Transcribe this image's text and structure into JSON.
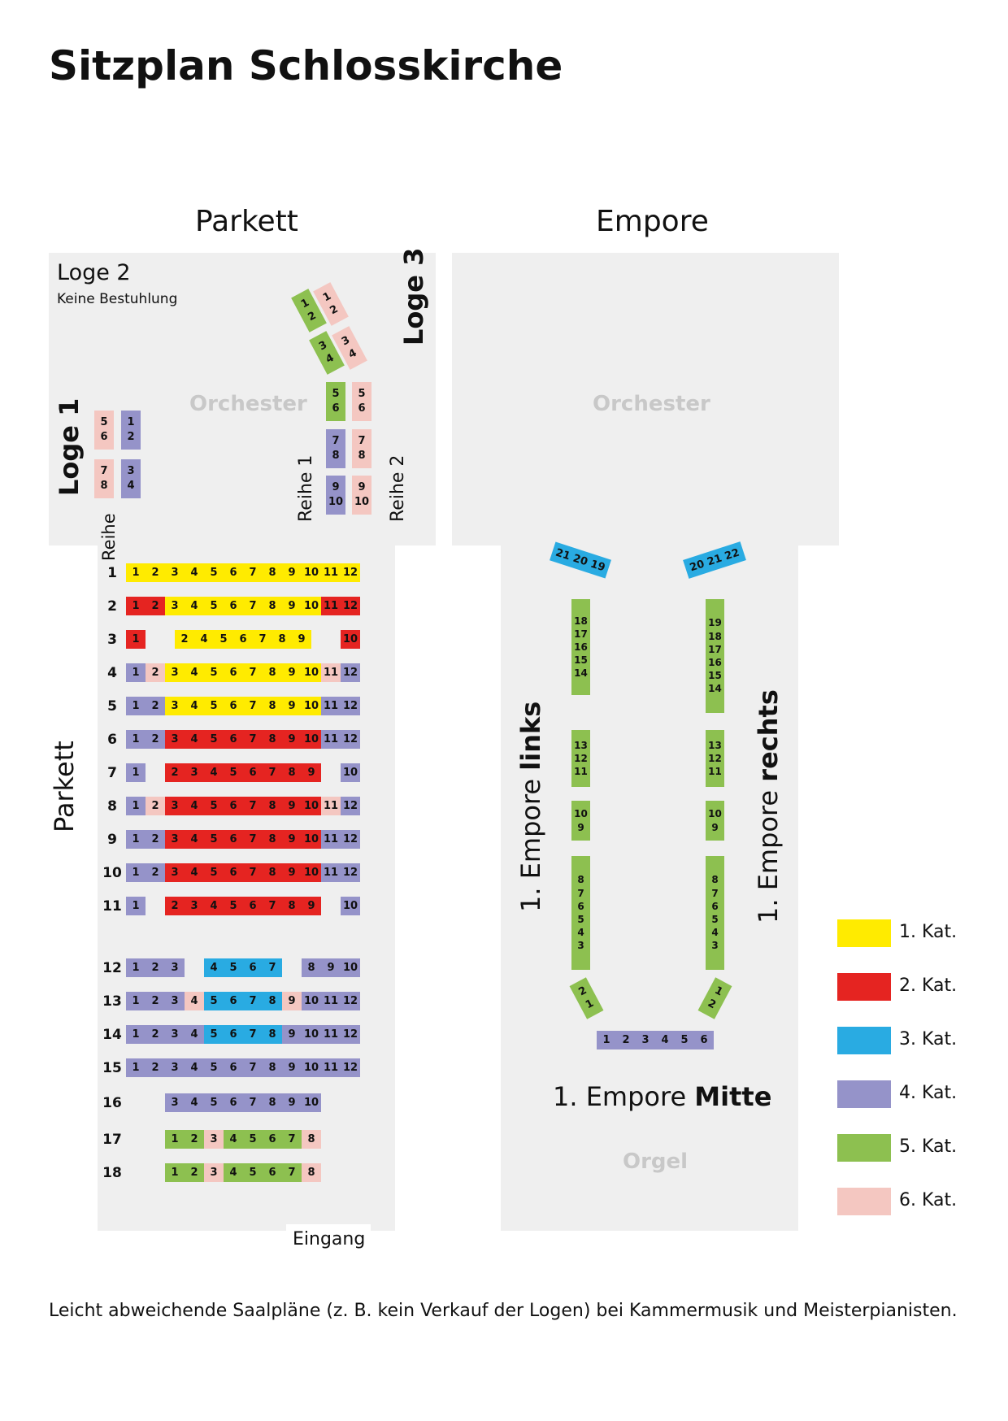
{
  "title": "Sitzplan Schlosskirche",
  "sections": {
    "parkett": "Parkett",
    "empore": "Empore"
  },
  "labels": {
    "loge2": "Loge 2",
    "loge2_note": "Keine Bestuhlung",
    "loge1": "Loge 1",
    "loge3": "Loge 3",
    "orchester": "Orchester",
    "reihe1": "Reihe 1",
    "reihe2": "Reihe 2",
    "reihe": "Reihe",
    "parkett_side": "Parkett",
    "eingang": "Eingang",
    "empore_links_a": "1. Empore ",
    "empore_links_b": "links",
    "empore_rechts_a": "1. Empore ",
    "empore_rechts_b": "rechts",
    "empore_mitte_a": "1. Empore ",
    "empore_mitte_b": "Mitte",
    "orgel": "Orgel"
  },
  "colors": {
    "k1": "#ffeb00",
    "k2": "#e52421",
    "k3": "#29abe2",
    "k4": "#9593c9",
    "k5": "#8dc050",
    "k6": "#f4c7c1"
  },
  "legend": [
    {
      "label": "1. Kat.",
      "cat": "k1"
    },
    {
      "label": "2. Kat.",
      "cat": "k2"
    },
    {
      "label": "3. Kat.",
      "cat": "k3"
    },
    {
      "label": "4. Kat.",
      "cat": "k4"
    },
    {
      "label": "5. Kat.",
      "cat": "k5"
    },
    {
      "label": "6. Kat.",
      "cat": "k6"
    }
  ],
  "parkett_rows": [
    {
      "row": "1",
      "seats": [
        [
          0,
          "1",
          "k1"
        ],
        [
          1,
          "2",
          "k1"
        ],
        [
          2,
          "3",
          "k1"
        ],
        [
          3,
          "4",
          "k1"
        ],
        [
          4,
          "5",
          "k1"
        ],
        [
          5,
          "6",
          "k1"
        ],
        [
          6,
          "7",
          "k1"
        ],
        [
          7,
          "8",
          "k1"
        ],
        [
          8,
          "9",
          "k1"
        ],
        [
          9,
          "10",
          "k1"
        ],
        [
          10,
          "11",
          "k1"
        ],
        [
          11,
          "12",
          "k1"
        ]
      ]
    },
    {
      "row": "2",
      "seats": [
        [
          0,
          "1",
          "k2"
        ],
        [
          1,
          "2",
          "k2"
        ],
        [
          2,
          "3",
          "k1"
        ],
        [
          3,
          "4",
          "k1"
        ],
        [
          4,
          "5",
          "k1"
        ],
        [
          5,
          "6",
          "k1"
        ],
        [
          6,
          "7",
          "k1"
        ],
        [
          7,
          "8",
          "k1"
        ],
        [
          8,
          "9",
          "k1"
        ],
        [
          9,
          "10",
          "k1"
        ],
        [
          10,
          "11",
          "k2"
        ],
        [
          11,
          "12",
          "k2"
        ]
      ]
    },
    {
      "row": "3",
      "seats": [
        [
          0,
          "1",
          "k2"
        ],
        [
          2.5,
          "2",
          "k1"
        ],
        [
          3.5,
          "4",
          "k1"
        ],
        [
          4.5,
          "5",
          "k1"
        ],
        [
          5.5,
          "6",
          "k1"
        ],
        [
          6.5,
          "7",
          "k1"
        ],
        [
          7.5,
          "8",
          "k1"
        ],
        [
          8.5,
          "9",
          "k1"
        ],
        [
          11,
          "10",
          "k2"
        ]
      ]
    },
    {
      "row": "4",
      "seats": [
        [
          0,
          "1",
          "k4"
        ],
        [
          1,
          "2",
          "k6"
        ],
        [
          2,
          "3",
          "k1"
        ],
        [
          3,
          "4",
          "k1"
        ],
        [
          4,
          "5",
          "k1"
        ],
        [
          5,
          "6",
          "k1"
        ],
        [
          6,
          "7",
          "k1"
        ],
        [
          7,
          "8",
          "k1"
        ],
        [
          8,
          "9",
          "k1"
        ],
        [
          9,
          "10",
          "k1"
        ],
        [
          10,
          "11",
          "k6"
        ],
        [
          11,
          "12",
          "k4"
        ]
      ]
    },
    {
      "row": "5",
      "seats": [
        [
          0,
          "1",
          "k4"
        ],
        [
          1,
          "2",
          "k4"
        ],
        [
          2,
          "3",
          "k1"
        ],
        [
          3,
          "4",
          "k1"
        ],
        [
          4,
          "5",
          "k1"
        ],
        [
          5,
          "6",
          "k1"
        ],
        [
          6,
          "7",
          "k1"
        ],
        [
          7,
          "8",
          "k1"
        ],
        [
          8,
          "9",
          "k1"
        ],
        [
          9,
          "10",
          "k1"
        ],
        [
          10,
          "11",
          "k4"
        ],
        [
          11,
          "12",
          "k4"
        ]
      ]
    },
    {
      "row": "6",
      "seats": [
        [
          0,
          "1",
          "k4"
        ],
        [
          1,
          "2",
          "k4"
        ],
        [
          2,
          "3",
          "k2"
        ],
        [
          3,
          "4",
          "k2"
        ],
        [
          4,
          "5",
          "k2"
        ],
        [
          5,
          "6",
          "k2"
        ],
        [
          6,
          "7",
          "k2"
        ],
        [
          7,
          "8",
          "k2"
        ],
        [
          8,
          "9",
          "k2"
        ],
        [
          9,
          "10",
          "k2"
        ],
        [
          10,
          "11",
          "k4"
        ],
        [
          11,
          "12",
          "k4"
        ]
      ]
    },
    {
      "row": "7",
      "seats": [
        [
          0,
          "1",
          "k4"
        ],
        [
          2,
          "2",
          "k2"
        ],
        [
          3,
          "3",
          "k2"
        ],
        [
          4,
          "4",
          "k2"
        ],
        [
          5,
          "5",
          "k2"
        ],
        [
          6,
          "6",
          "k2"
        ],
        [
          7,
          "7",
          "k2"
        ],
        [
          8,
          "8",
          "k2"
        ],
        [
          9,
          "9",
          "k2"
        ],
        [
          11,
          "10",
          "k4"
        ]
      ]
    },
    {
      "row": "8",
      "seats": [
        [
          0,
          "1",
          "k4"
        ],
        [
          1,
          "2",
          "k6"
        ],
        [
          2,
          "3",
          "k2"
        ],
        [
          3,
          "4",
          "k2"
        ],
        [
          4,
          "5",
          "k2"
        ],
        [
          5,
          "6",
          "k2"
        ],
        [
          6,
          "7",
          "k2"
        ],
        [
          7,
          "8",
          "k2"
        ],
        [
          8,
          "9",
          "k2"
        ],
        [
          9,
          "10",
          "k2"
        ],
        [
          10,
          "11",
          "k6"
        ],
        [
          11,
          "12",
          "k4"
        ]
      ]
    },
    {
      "row": "9",
      "seats": [
        [
          0,
          "1",
          "k4"
        ],
        [
          1,
          "2",
          "k4"
        ],
        [
          2,
          "3",
          "k2"
        ],
        [
          3,
          "4",
          "k2"
        ],
        [
          4,
          "5",
          "k2"
        ],
        [
          5,
          "6",
          "k2"
        ],
        [
          6,
          "7",
          "k2"
        ],
        [
          7,
          "8",
          "k2"
        ],
        [
          8,
          "9",
          "k2"
        ],
        [
          9,
          "10",
          "k2"
        ],
        [
          10,
          "11",
          "k4"
        ],
        [
          11,
          "12",
          "k4"
        ]
      ]
    },
    {
      "row": "10",
      "seats": [
        [
          0,
          "1",
          "k4"
        ],
        [
          1,
          "2",
          "k4"
        ],
        [
          2,
          "3",
          "k2"
        ],
        [
          3,
          "4",
          "k2"
        ],
        [
          4,
          "5",
          "k2"
        ],
        [
          5,
          "6",
          "k2"
        ],
        [
          6,
          "7",
          "k2"
        ],
        [
          7,
          "8",
          "k2"
        ],
        [
          8,
          "9",
          "k2"
        ],
        [
          9,
          "10",
          "k2"
        ],
        [
          10,
          "11",
          "k4"
        ],
        [
          11,
          "12",
          "k4"
        ]
      ]
    },
    {
      "row": "11",
      "seats": [
        [
          0,
          "1",
          "k4"
        ],
        [
          2,
          "2",
          "k2"
        ],
        [
          3,
          "3",
          "k2"
        ],
        [
          4,
          "4",
          "k2"
        ],
        [
          5,
          "5",
          "k2"
        ],
        [
          6,
          "6",
          "k2"
        ],
        [
          7,
          "7",
          "k2"
        ],
        [
          8,
          "8",
          "k2"
        ],
        [
          9,
          "9",
          "k2"
        ],
        [
          11,
          "10",
          "k4"
        ]
      ]
    },
    {
      "row": "12",
      "seats": [
        [
          0,
          "1",
          "k4"
        ],
        [
          1,
          "2",
          "k4"
        ],
        [
          2,
          "3",
          "k4"
        ],
        [
          4,
          "4",
          "k3"
        ],
        [
          5,
          "5",
          "k3"
        ],
        [
          6,
          "6",
          "k3"
        ],
        [
          7,
          "7",
          "k3"
        ],
        [
          9,
          "8",
          "k4"
        ],
        [
          10,
          "9",
          "k4"
        ],
        [
          11,
          "10",
          "k4"
        ]
      ]
    },
    {
      "row": "13",
      "seats": [
        [
          0,
          "1",
          "k4"
        ],
        [
          1,
          "2",
          "k4"
        ],
        [
          2,
          "3",
          "k4"
        ],
        [
          3,
          "4",
          "k6"
        ],
        [
          4,
          "5",
          "k3"
        ],
        [
          5,
          "6",
          "k3"
        ],
        [
          6,
          "7",
          "k3"
        ],
        [
          7,
          "8",
          "k3"
        ],
        [
          8,
          "9",
          "k6"
        ],
        [
          9,
          "10",
          "k4"
        ],
        [
          10,
          "11",
          "k4"
        ],
        [
          11,
          "12",
          "k4"
        ]
      ]
    },
    {
      "row": "14",
      "seats": [
        [
          0,
          "1",
          "k4"
        ],
        [
          1,
          "2",
          "k4"
        ],
        [
          2,
          "3",
          "k4"
        ],
        [
          3,
          "4",
          "k4"
        ],
        [
          4,
          "5",
          "k3"
        ],
        [
          5,
          "6",
          "k3"
        ],
        [
          6,
          "7",
          "k3"
        ],
        [
          7,
          "8",
          "k3"
        ],
        [
          8,
          "9",
          "k4"
        ],
        [
          9,
          "10",
          "k4"
        ],
        [
          10,
          "11",
          "k4"
        ],
        [
          11,
          "12",
          "k4"
        ]
      ]
    },
    {
      "row": "15",
      "seats": [
        [
          0,
          "1",
          "k4"
        ],
        [
          1,
          "2",
          "k4"
        ],
        [
          2,
          "3",
          "k4"
        ],
        [
          3,
          "4",
          "k4"
        ],
        [
          4,
          "5",
          "k4"
        ],
        [
          5,
          "6",
          "k4"
        ],
        [
          6,
          "7",
          "k4"
        ],
        [
          7,
          "8",
          "k4"
        ],
        [
          8,
          "9",
          "k4"
        ],
        [
          9,
          "10",
          "k4"
        ],
        [
          10,
          "11",
          "k4"
        ],
        [
          11,
          "12",
          "k4"
        ]
      ]
    },
    {
      "row": "16",
      "seats": [
        [
          2,
          "3",
          "k4"
        ],
        [
          3,
          "4",
          "k4"
        ],
        [
          4,
          "5",
          "k4"
        ],
        [
          5,
          "6",
          "k4"
        ],
        [
          6,
          "7",
          "k4"
        ],
        [
          7,
          "8",
          "k4"
        ],
        [
          8,
          "9",
          "k4"
        ],
        [
          9,
          "10",
          "k4"
        ]
      ]
    },
    {
      "row": "17",
      "seats": [
        [
          2,
          "1",
          "k5"
        ],
        [
          3,
          "2",
          "k5"
        ],
        [
          4,
          "3",
          "k6"
        ],
        [
          5,
          "4",
          "k5"
        ],
        [
          6,
          "5",
          "k5"
        ],
        [
          7,
          "6",
          "k5"
        ],
        [
          8,
          "7",
          "k5"
        ],
        [
          9,
          "8",
          "k6"
        ]
      ]
    },
    {
      "row": "18",
      "seats": [
        [
          2,
          "1",
          "k5"
        ],
        [
          3,
          "2",
          "k5"
        ],
        [
          4,
          "3",
          "k6"
        ],
        [
          5,
          "4",
          "k5"
        ],
        [
          6,
          "5",
          "k5"
        ],
        [
          7,
          "6",
          "k5"
        ],
        [
          8,
          "7",
          "k5"
        ],
        [
          9,
          "8",
          "k6"
        ]
      ]
    }
  ],
  "loge1_seats": [
    [
      "5",
      "6",
      "k6"
    ],
    [
      "1",
      "2",
      "k4"
    ],
    [
      "7",
      "8",
      "k6"
    ],
    [
      "3",
      "4",
      "k4"
    ]
  ],
  "reihe1_seats": [
    [
      "5",
      "6",
      "k5"
    ],
    [
      "7",
      "8",
      "k4"
    ],
    [
      "9",
      "10",
      "k4"
    ]
  ],
  "reihe2_seats": [
    [
      "5",
      "6",
      "k6"
    ],
    [
      "7",
      "8",
      "k6"
    ],
    [
      "9",
      "10",
      "k6"
    ]
  ],
  "loge3_seats": [
    [
      "1",
      "2",
      "k5"
    ],
    [
      "1",
      "2",
      "k6"
    ],
    [
      "3",
      "4",
      "k5"
    ],
    [
      "3",
      "4",
      "k6"
    ]
  ],
  "empore": {
    "links_top": [
      "21",
      "20",
      "19"
    ],
    "rechts_top": [
      "20",
      "21",
      "22"
    ],
    "links_blocks": [
      [
        "18",
        "17",
        "16",
        "15",
        "14"
      ],
      [
        "13",
        "12",
        "11"
      ],
      [
        "10",
        "9"
      ],
      [
        "8",
        "7",
        "6",
        "5",
        "4",
        "3"
      ]
    ],
    "rechts_blocks": [
      [
        "19",
        "18",
        "17",
        "16",
        "15",
        "14"
      ],
      [
        "13",
        "12",
        "11"
      ],
      [
        "10",
        "9"
      ],
      [
        "8",
        "7",
        "6",
        "5",
        "4",
        "3"
      ]
    ],
    "links_corner": [
      "2",
      "1"
    ],
    "rechts_corner": [
      "1",
      "2"
    ],
    "mitte": [
      "1",
      "2",
      "3",
      "4",
      "5",
      "6"
    ]
  },
  "footnote": "Leicht abweichende Saalpläne (z. B. kein Verkauf der Logen) bei Kammermusik und Meisterpianisten."
}
